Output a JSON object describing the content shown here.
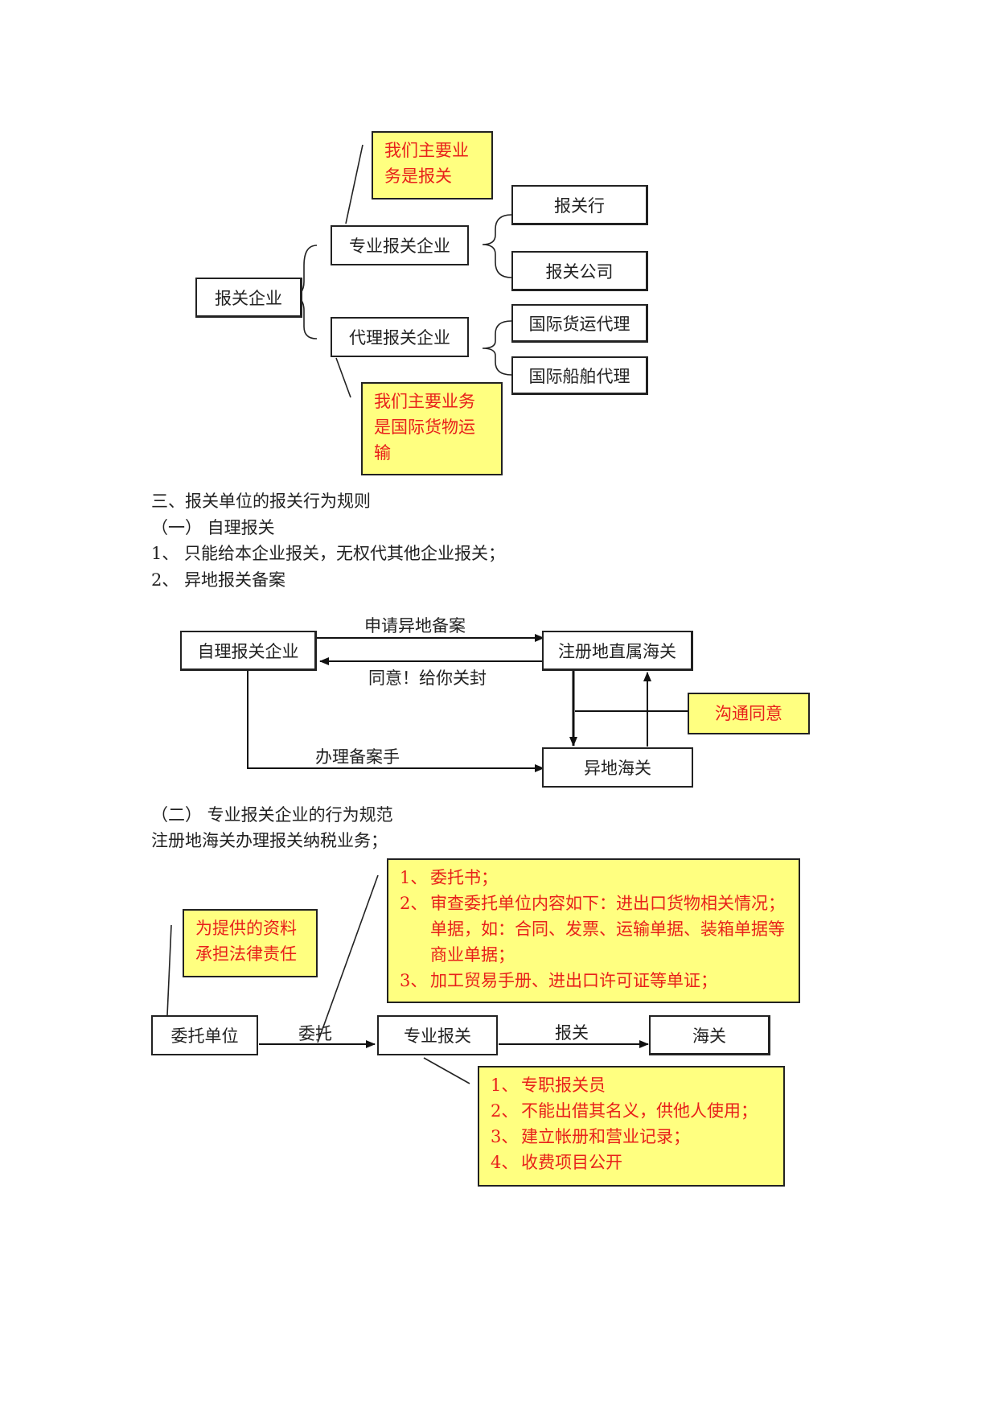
{
  "diagram1": {
    "root": "报关企业",
    "branch_professional": "专业报关企业",
    "branch_agency": "代理报关企业",
    "leaf_bank": "报关行",
    "leaf_company": "报关公司",
    "leaf_freight": "国际货运代理",
    "leaf_ship": "国际船舶代理",
    "note_top": [
      "我们主要业",
      "务是报关"
    ],
    "note_bottom": [
      "我们主要业务",
      "是国际货物运",
      "输"
    ]
  },
  "section3": {
    "heading": "三、报关单位的报关行为规则",
    "sub1": "（一）  自理报关",
    "item1": "1、 只能给本企业报关，无权代其他企业报关；",
    "item2": "2、 异地报关备案"
  },
  "diagram2": {
    "self_enterprise": "自理报关企业",
    "registered_customs": "注册地直属海关",
    "remote_customs": "异地海关",
    "label_apply": "申请异地备案",
    "label_agree": "同意！给你关封",
    "label_process": "办理备案手",
    "note_communicate": "沟通同意"
  },
  "section3b": {
    "sub2": "（二）  专业报关企业的行为规范",
    "line": "注册地海关办理报关纳税业务；"
  },
  "diagram3": {
    "client": "委托单位",
    "professional": "专业报关",
    "customs": "海关",
    "label_entrust": "委托",
    "label_declare": "报关",
    "note_liability": [
      "为提供的资料",
      "承担法律责任"
    ],
    "note_docs": [
      {
        "num": "1、",
        "text": "委托书；"
      },
      {
        "num": "2、",
        "text": "审查委托单位内容如下：进出口货物相关情况；单据，如：合同、发票、运输单据、装箱单据等商业单据；"
      },
      {
        "num": "3、",
        "text": "加工贸易手册、进出口许可证等单证；"
      }
    ],
    "note_rules": [
      {
        "num": "1、",
        "text": "专职报关员"
      },
      {
        "num": "2、",
        "text": "不能出借其名义，供他人使用；"
      },
      {
        "num": "3、",
        "text": "建立帐册和营业记录；"
      },
      {
        "num": "4、",
        "text": "收费项目公开"
      }
    ]
  }
}
